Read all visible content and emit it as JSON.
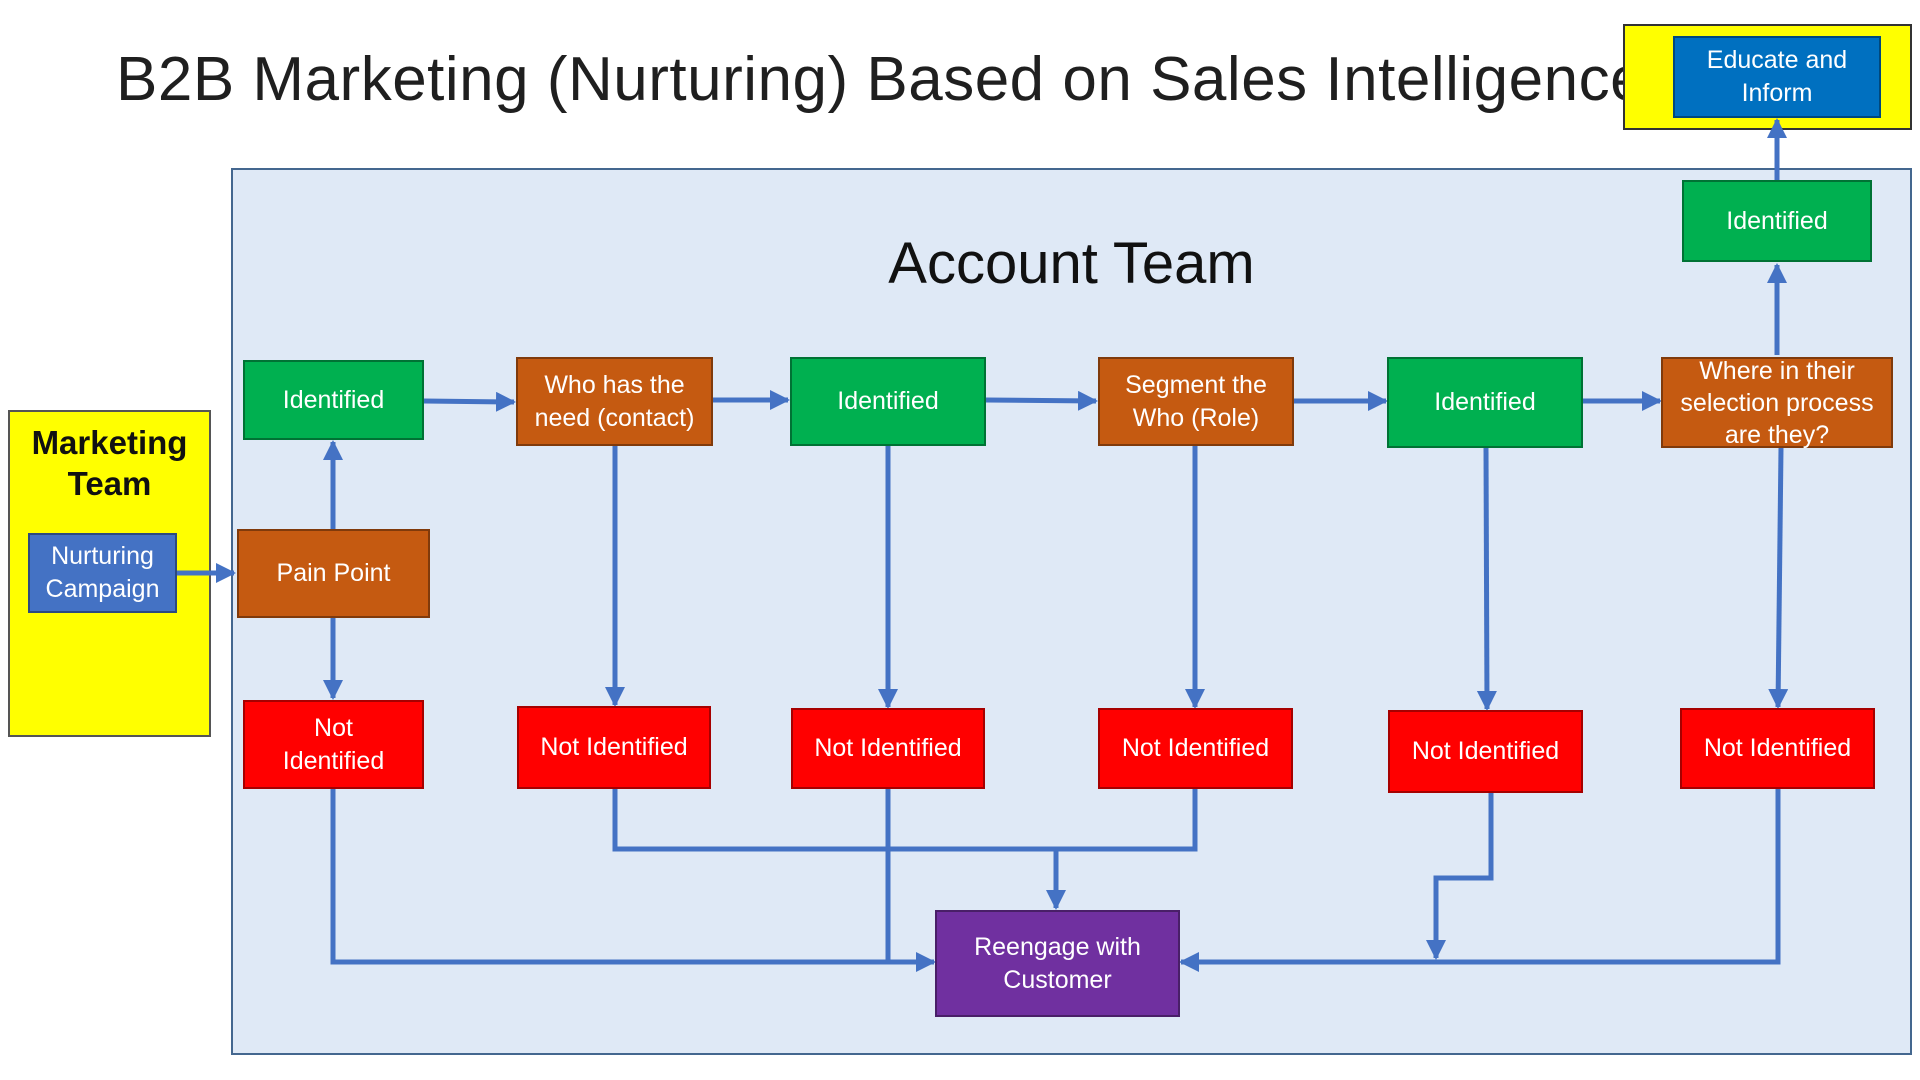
{
  "title": "B2B Marketing (Nurturing) Based on Sales Intelligence",
  "account_team": {
    "title": "Account Team"
  },
  "marketing_team": {
    "title": "Marketing\nTeam",
    "campaign": "Nurturing\nCampaign"
  },
  "educate": {
    "label": "Educate and\nInform"
  },
  "nodes": {
    "pain_point": "Pain Point",
    "identified_1": "Identified",
    "who_has_need": "Who has the\nneed (contact)",
    "identified_2": "Identified",
    "segment_who": "Segment the\nWho (Role)",
    "identified_3": "Identified",
    "selection_process": "Where in their\nselection process\nare they?",
    "identified_top": "Identified",
    "not_identified_1": "Not\nIdentified",
    "not_identified_2": "Not Identified",
    "not_identified_3": "Not Identified",
    "not_identified_4": "Not Identified",
    "not_identified_5": "Not Identified",
    "not_identified_6": "Not Identified",
    "reengage": "Reengage with\nCustomer"
  },
  "colors": {
    "identified": "#00b050",
    "step": "#c55a11",
    "not_identified": "#ff0000",
    "campaign": "#4472c4",
    "educate": "#0070c0",
    "reengage": "#7030a0",
    "account_bg": "#dfe9f6",
    "marketing_bg": "#ffff00",
    "connector": "#4472c4"
  }
}
